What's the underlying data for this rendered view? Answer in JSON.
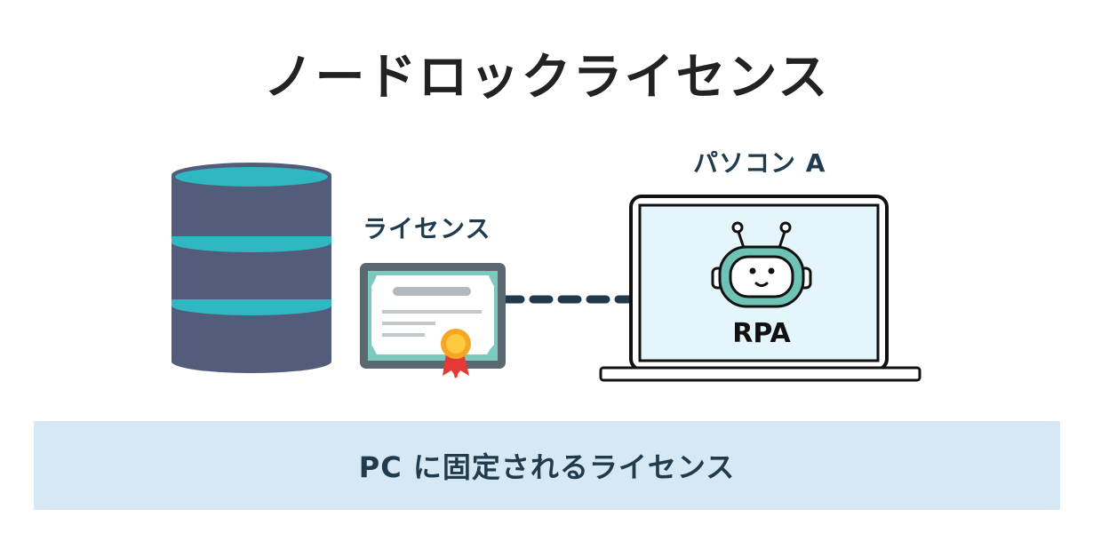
{
  "title": "ノードロックライセンス",
  "license_label": "ライセンス",
  "pc_label": "パソコン A",
  "screen_text": "RPA",
  "banner": {
    "text": "PC に固定されるライセンス"
  },
  "colors": {
    "db_body": "#535c7b",
    "db_band": "#2fb8c1",
    "cert_frame": "#5c6870",
    "cert_inner": "#7cc9c0",
    "connector": "#1f3b4d",
    "screen_bg": "#e4f5fc",
    "banner_bg": "#d5e8f4"
  }
}
